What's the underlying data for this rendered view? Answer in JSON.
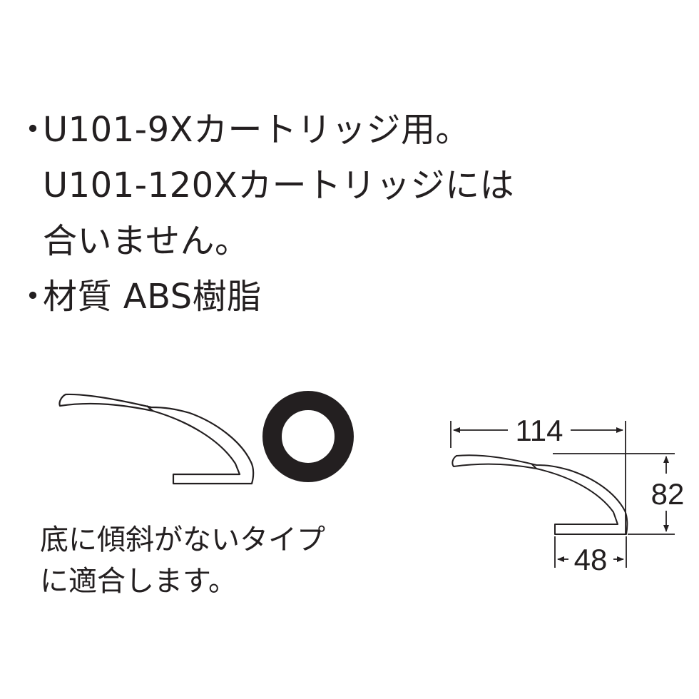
{
  "spec": {
    "bullet": "・",
    "lines": [
      "U101-9Xカートリッジ用。",
      "U101-120Xカートリッジには",
      "合いません。",
      "材質 ABS樹脂"
    ]
  },
  "note": {
    "lines": [
      "底に傾斜がないタイプ",
      "に適合します。"
    ]
  },
  "dimensions": {
    "length": "114",
    "height": "82",
    "base_width": "48"
  }
}
